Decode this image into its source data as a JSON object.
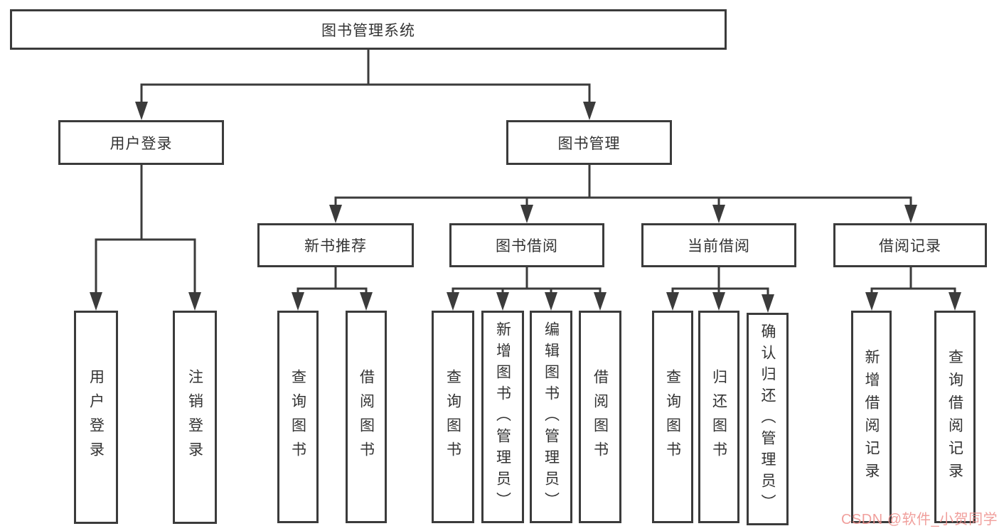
{
  "tree": {
    "label": "图书管理系统",
    "children": [
      {
        "label": "用户登录",
        "children": [
          {
            "label": "用户登录"
          },
          {
            "label": "注销登录"
          }
        ]
      },
      {
        "label": "图书管理",
        "children": [
          {
            "label": "新书推荐",
            "children": [
              {
                "label": "查询图书"
              },
              {
                "label": "借阅图书"
              }
            ]
          },
          {
            "label": "图书借阅",
            "children": [
              {
                "label": "查询图书"
              },
              {
                "label": "新增图书（管理员）"
              },
              {
                "label": "编辑图书（管理员）"
              },
              {
                "label": "借阅图书"
              }
            ]
          },
          {
            "label": "当前借阅",
            "children": [
              {
                "label": "查询图书"
              },
              {
                "label": "归还图书"
              },
              {
                "label": "确认归还（管理员）"
              }
            ]
          },
          {
            "label": "借阅记录",
            "children": [
              {
                "label": "新增借阅记录"
              },
              {
                "label": "查询借阅记录"
              }
            ]
          }
        ]
      }
    ]
  },
  "watermark": {
    "text": "CSDN @软件_小贺同学",
    "color": "#ee8f8b"
  },
  "colors": {
    "line": "#3b3b3b",
    "text": "#333333",
    "background": "#ffffff"
  }
}
